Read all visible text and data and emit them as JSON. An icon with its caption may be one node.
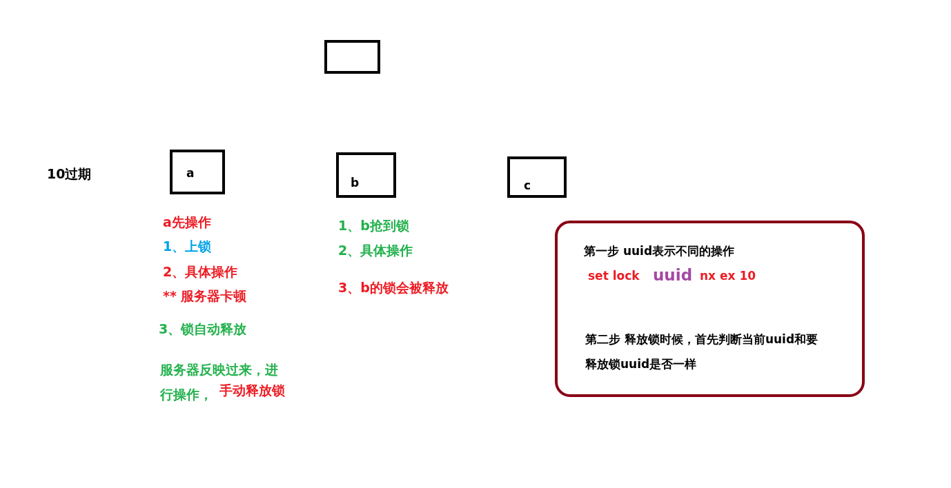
{
  "diagram": {
    "nodes": [
      {
        "text": [],
        "shape": "box"
      },
      {
        "text": [
          "a"
        ]
      },
      {
        "text": [
          "b"
        ]
      },
      {
        "text": [
          "c"
        ]
      },
      {
        "text": [
          "第一步 uuid表示不同的操作",
          "set lock",
          "uuid",
          "nx ex 10",
          "第二步 释放锁时候，首先判断当前uuid和要释放锁uuid是否一样"
        ]
      }
    ],
    "edges": [],
    "labels": [
      "10过期",
      "a先操作",
      "1、上锁",
      "2、具体操作",
      "** 服务器卡顿",
      "3、锁自动释放",
      "服务器反映过来，进行操作，",
      "手动释放锁",
      "1、b抢到锁",
      "2、具体操作",
      "3、b的锁会被释放"
    ]
  }
}
